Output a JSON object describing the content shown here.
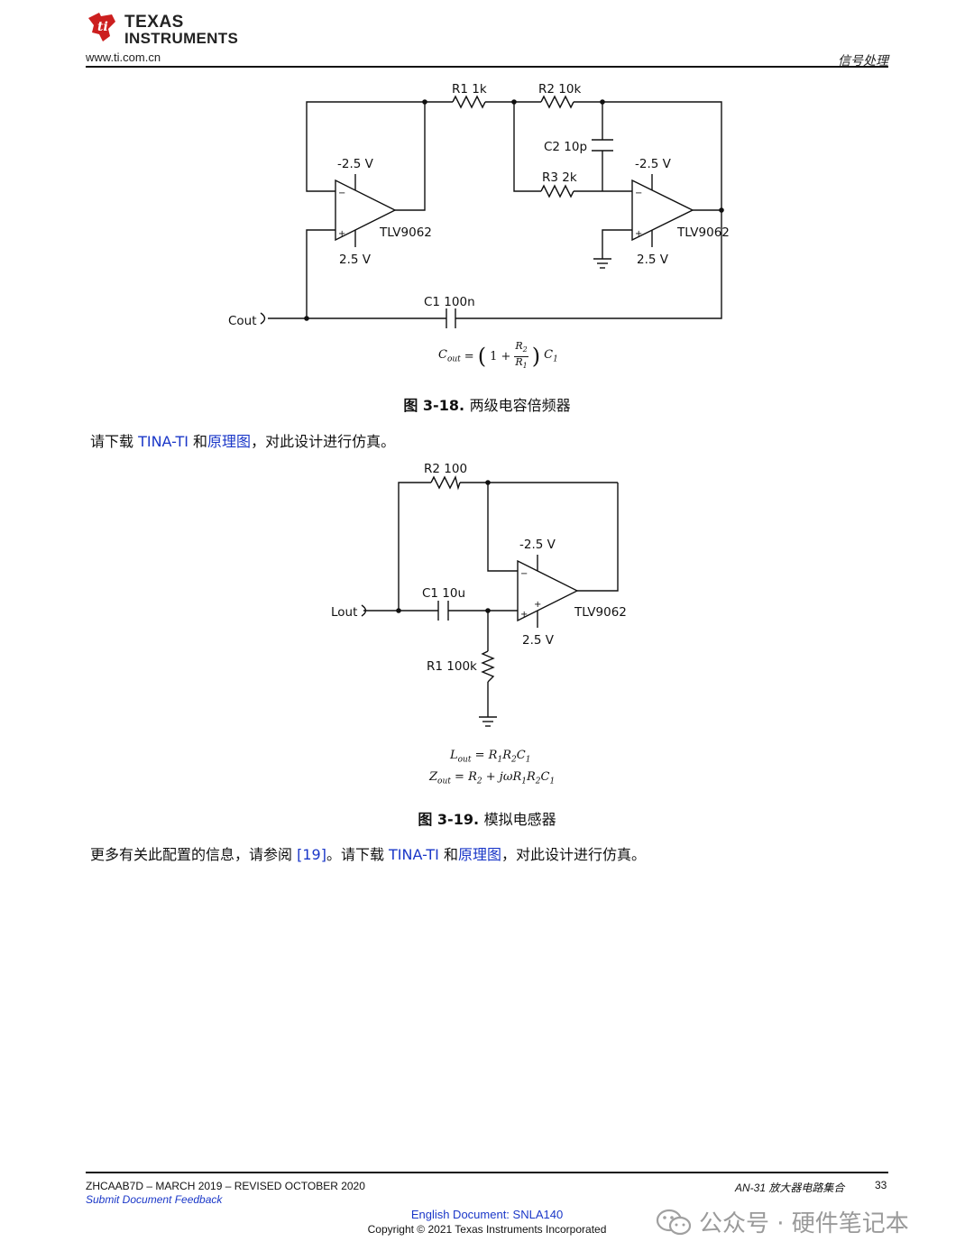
{
  "header": {
    "logo_line1": "TEXAS",
    "logo_line2": "INSTRUMENTS",
    "website": "www.ti.com.cn",
    "section": "信号处理"
  },
  "figure1": {
    "labels": {
      "r1": "R1 1k",
      "r2": "R2 10k",
      "c2": "C2 10p",
      "r3": "R3 2k",
      "c1": "C1 100n",
      "neg_supply_a": "-2.5 V",
      "pos_supply_a": "2.5 V",
      "opamp_a": "TLV9062",
      "neg_supply_b": "-2.5 V",
      "pos_supply_b": "2.5 V",
      "opamp_b": "TLV9062",
      "port": "Cout",
      "minus": "−",
      "plus": "+"
    },
    "equation": {
      "lhs": "C",
      "lhs_sub": "out",
      "eq": "=",
      "open": "(",
      "one_plus": "1 +",
      "num": "R",
      "num_sub": "2",
      "den": "R",
      "den_sub": "1",
      "close": ")",
      "cap": "C",
      "cap_sub": "1"
    },
    "caption_prefix": "图 3-18.",
    "caption_text": "两级电容倍频器"
  },
  "para1": {
    "t1": "请下载 ",
    "link1": "TINA-TI",
    "t2": " 和",
    "link2": "原理图",
    "t3": "，对此设计进行仿真。"
  },
  "figure2": {
    "labels": {
      "r2": "R2 100",
      "c1": "C1 10u",
      "r1": "R1 100k",
      "neg_supply": "-2.5 V",
      "pos_supply": "2.5 V",
      "opamp": "TLV9062",
      "port": "Lout",
      "minus": "−",
      "plus": "+"
    },
    "eq1": {
      "lhs": "L",
      "lhs_sub": "out",
      "eq": "=",
      "r1": "R",
      "r1_sub": "1",
      "r2": "R",
      "r2_sub": "2",
      "c1": "C",
      "c1_sub": "1"
    },
    "eq2": {
      "lhs": "Z",
      "lhs_sub": "out",
      "eq": "=",
      "r2": "R",
      "r2_sub": "2",
      "plus": "+",
      "jw": "jω",
      "r1": "R",
      "r1_sub": "1",
      "r2b": "R",
      "r2b_sub": "2",
      "c1": "C",
      "c1_sub": "1"
    },
    "caption_prefix": "图 3-19.",
    "caption_text": "模拟电感器"
  },
  "para2": {
    "t1": "更多有关此配置的信息，请参阅 ",
    "link1": "[19]",
    "t2": "。请下载 ",
    "link2": "TINA-TI",
    "t3": " 和",
    "link3": "原理图",
    "t4": "，对此设计进行仿真。"
  },
  "footer": {
    "doc_id": "ZHCAAB7D – MARCH 2019 – REVISED OCTOBER 2020",
    "feedback": "Submit Document Feedback",
    "doc_title": "AN-31 放大器电路集合",
    "page": "33",
    "english_doc": "English Document: SNLA140",
    "copyright": "Copyright © 2021 Texas Instruments Incorporated"
  },
  "watermark": {
    "text": "公众号 · 硬件笔记本",
    "icon": "wechat-icon"
  }
}
